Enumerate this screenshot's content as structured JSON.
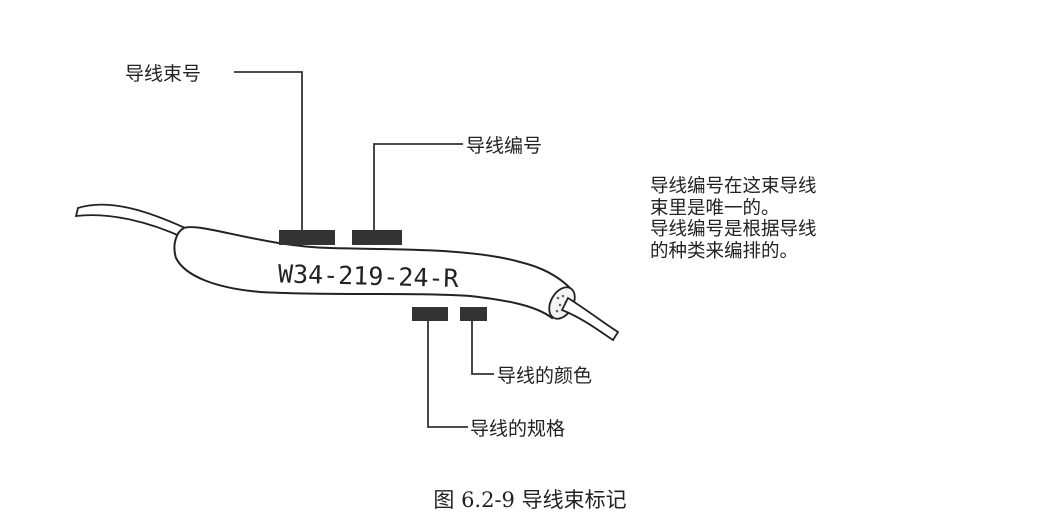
{
  "wire_code": "W34-219-24-R",
  "labels": {
    "bundle_number": "导线束号",
    "wire_number": "导线编号",
    "wire_color": "导线的颜色",
    "wire_spec": "导线的规格"
  },
  "note_lines": [
    "导线编号在这束导线",
    "束里是唯一的。",
    "导线编号是根据导线",
    "的种类来编排的。"
  ],
  "caption": "图 6.2-9 导线束标记",
  "colors": {
    "ink": "#222222",
    "marker": "#333333"
  }
}
